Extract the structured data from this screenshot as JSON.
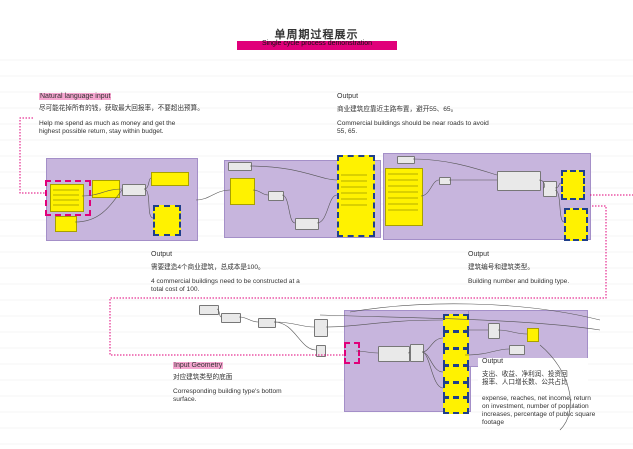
{
  "header": {
    "title_cn": "单周期过程展示",
    "title_en": "Single cycle process demonstration"
  },
  "natural_language_input": {
    "label": "Natural language input",
    "cn": "尽可能花掉所有的钱，获取最大回报率，不要超出预算。",
    "en_line1": "Help me spend as much as money and get the",
    "en_line2": "highest possible return, stay within budget."
  },
  "output_top": {
    "label": "Output",
    "cn": "商业建筑应靠近主路布置，避开55、65。",
    "en_line1": "Commercial buildings should be near roads to avoid",
    "en_line2": "55, 65."
  },
  "output_mid_left": {
    "label": "Output",
    "cn": "需要建造4个商业建筑，总成本是100。",
    "en_line1": "4 commercial buildings need to be constructed at a",
    "en_line2": "total cost of 100."
  },
  "output_mid_right": {
    "label": "Output",
    "cn": "建筑编号和建筑类型。",
    "en": "Building number and building type."
  },
  "input_geometry": {
    "label": "Input Geometry",
    "cn": "对应建筑类型的底面",
    "en_line1": "Corresponding building type's bottom",
    "en_line2": "surface."
  },
  "output_bottom": {
    "label": "Output",
    "cn_line1": "支出、收益、净利润、投资回",
    "cn_line2": "报率、人口增长数、公共占比",
    "en_line1": "expense, reaches, net income, return",
    "en_line2": "on investment, number of population",
    "en_line3": "increases, percentage of public square",
    "en_line4": "footage"
  },
  "colors": {
    "accent_pink": "#e0007a",
    "panel_purple": "#c7b5dd",
    "note_yellow": "#fff200",
    "dash_blue": "#1f3f8a"
  }
}
